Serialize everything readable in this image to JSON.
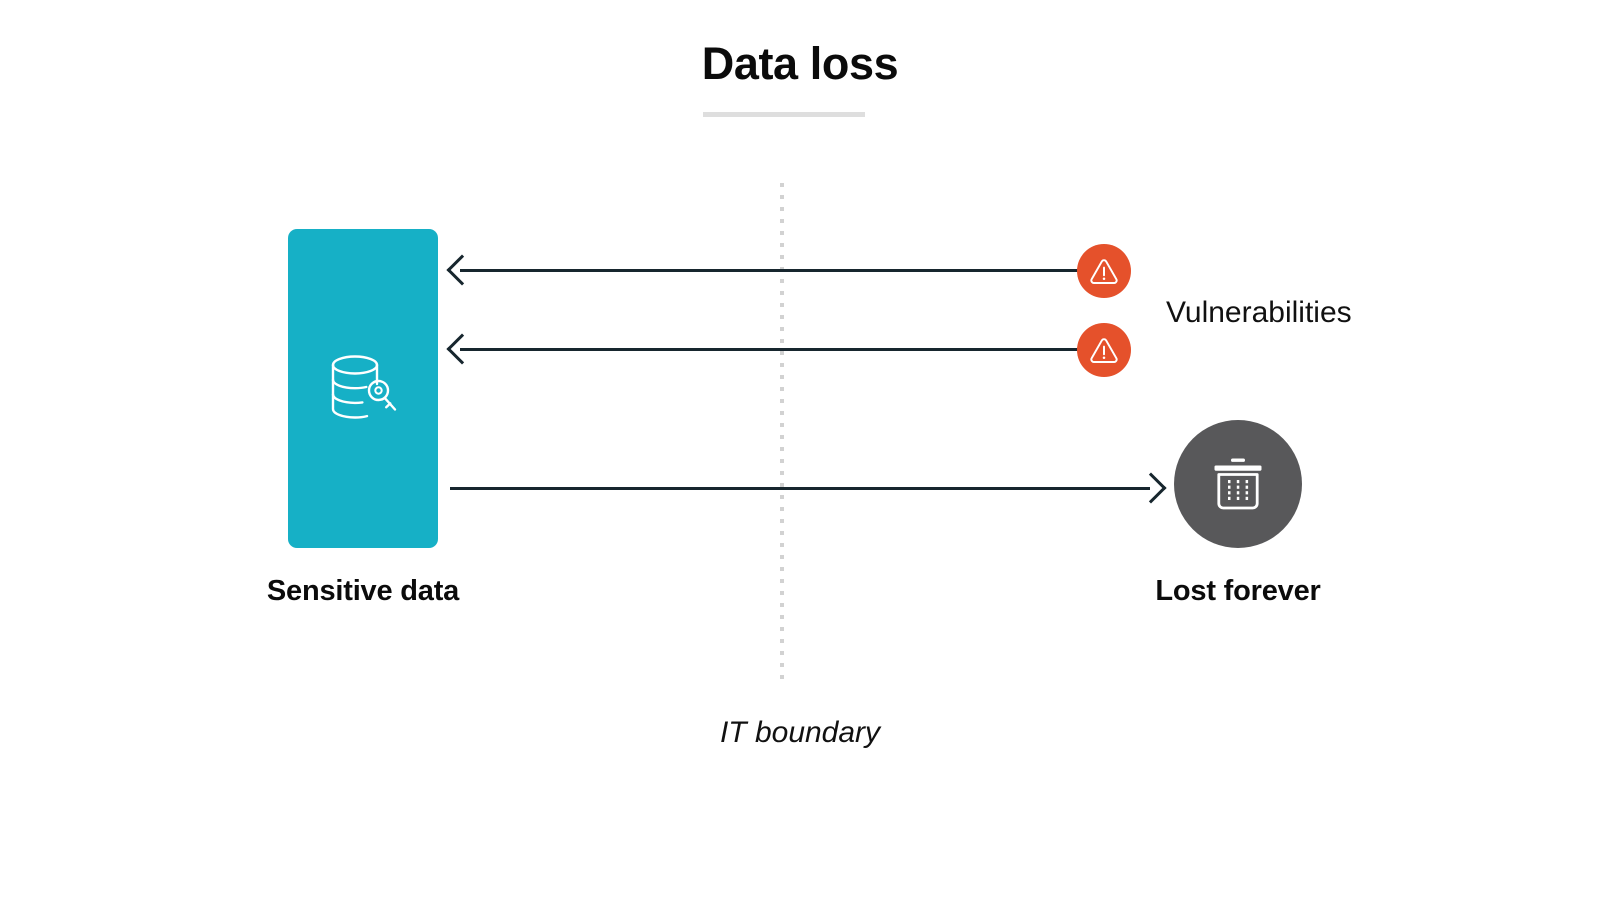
{
  "title": "Data loss",
  "boundary": {
    "label": "IT boundary",
    "icon": "dotted-vertical-line-icon"
  },
  "nodes": {
    "sensitive_data": {
      "label": "Sensitive data",
      "icon": "database-key-icon",
      "color": "#16b0c6",
      "icon_color": "#ffffff"
    },
    "vulnerabilities": {
      "label": "Vulnerabilities",
      "icon": "warning-triangle-icon",
      "color": "#e5512b",
      "icon_color": "#ffffff",
      "count": 2
    },
    "lost_forever": {
      "label": "Lost forever",
      "icon": "trash-can-icon",
      "color": "#58585a",
      "icon_color": "#ffffff"
    }
  },
  "arrows": [
    {
      "name": "vulnerability-inbound-1",
      "direction": "left",
      "from": "vulnerabilities",
      "to": "sensitive_data",
      "color": "#17262e"
    },
    {
      "name": "vulnerability-inbound-2",
      "direction": "left",
      "from": "vulnerabilities",
      "to": "sensitive_data",
      "color": "#17262e"
    },
    {
      "name": "data-lost-outbound",
      "direction": "right",
      "from": "sensitive_data",
      "to": "lost_forever",
      "color": "#17262e"
    }
  ],
  "colors": {
    "background": "#ffffff",
    "text": "#0b0b0b",
    "title_rule": "#dedede",
    "boundary_line": "#d2d2d2",
    "teal": "#16b0c6",
    "orange": "#e5512b",
    "gray": "#58585a",
    "arrow": "#17262e"
  }
}
